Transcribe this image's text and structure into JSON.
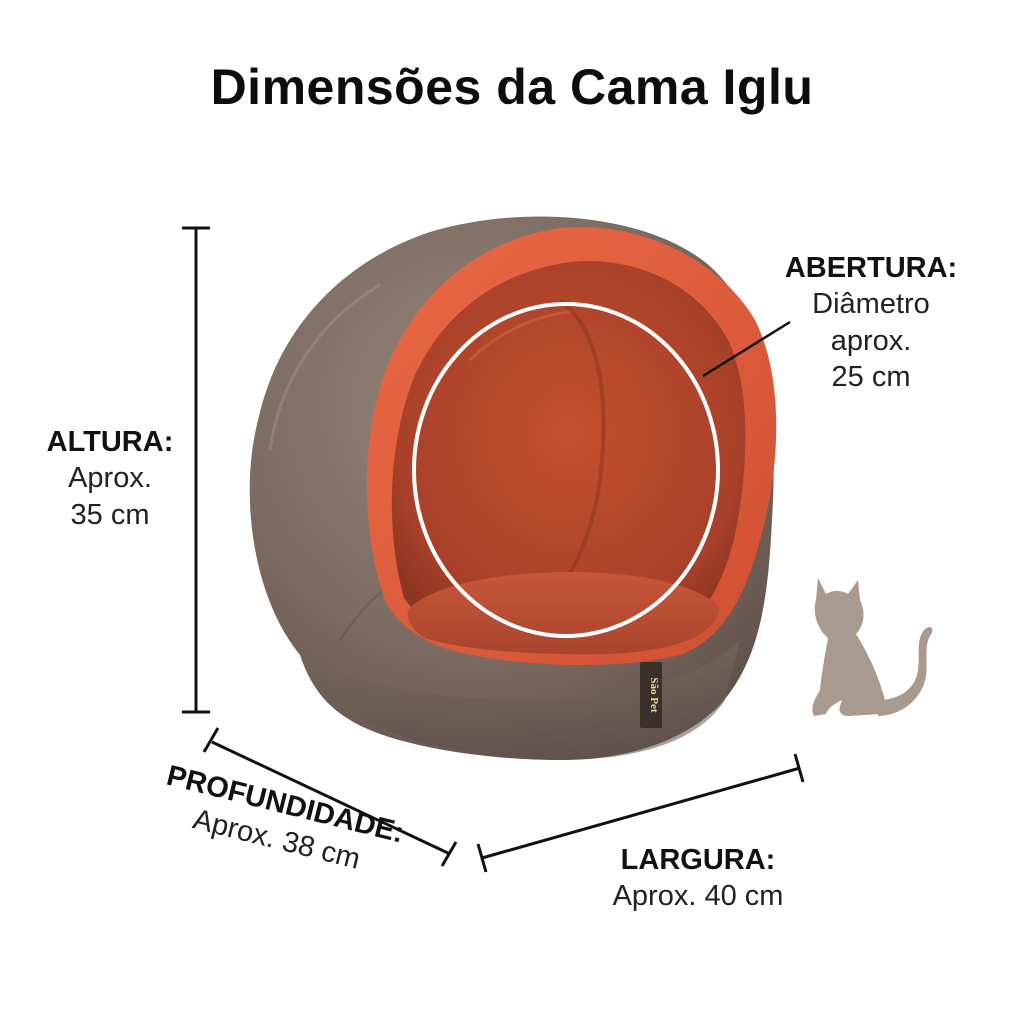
{
  "title": "Dimensões da Cama Iglu",
  "brand_tag": "São Pet",
  "dimensions": {
    "altura": {
      "label": "ALTURA:",
      "lines": [
        "Aprox.",
        "35 cm"
      ]
    },
    "abertura": {
      "label": "ABERTURA:",
      "lines": [
        "Diâmetro",
        "aprox.",
        "25 cm"
      ]
    },
    "profundidade": {
      "label": "PROFUNDIDADE:",
      "lines": [
        "Aprox. 38 cm"
      ]
    },
    "largura": {
      "label": "LARGURA:",
      "lines": [
        "Aprox. 40 cm"
      ]
    }
  },
  "colors": {
    "outer_fabric": "#7c6b62",
    "inner_fabric": "#d9593a",
    "cushion": "#b94a2f",
    "cat_silhouette": "#a99a8f",
    "dimension_lines": "#111111",
    "opening_circle": "#ffffff"
  },
  "icons": [
    "cat-silhouette-icon"
  ]
}
